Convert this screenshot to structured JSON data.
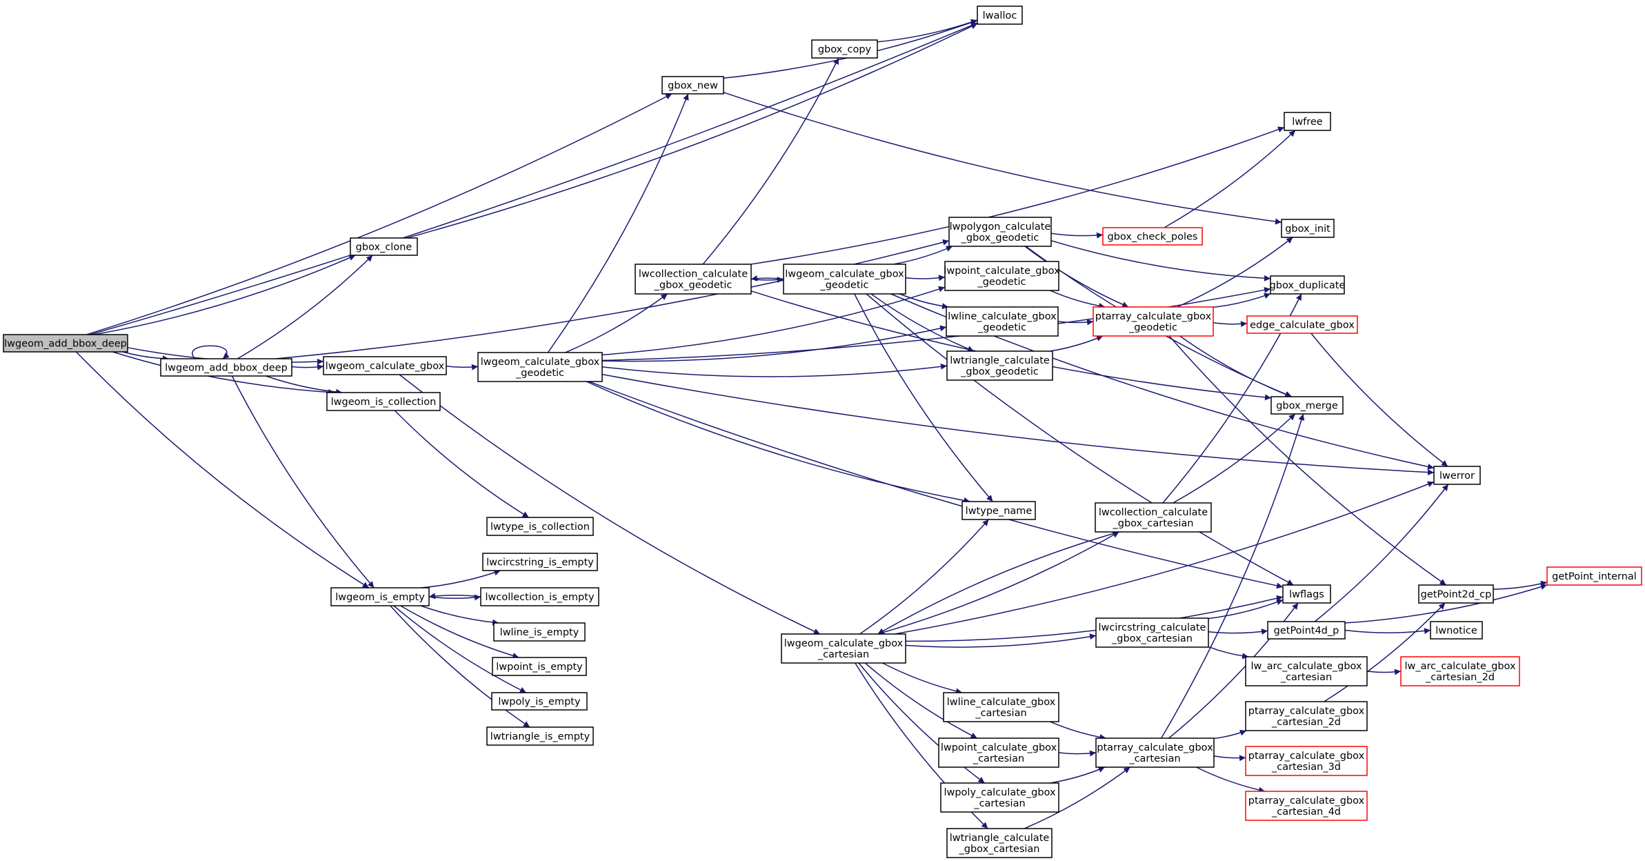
{
  "diagram": {
    "colors": {
      "edge": "#191970",
      "node_border": "#000000",
      "truncated_border": "#ff0000",
      "root_fill": "#bfbfbf",
      "node_fill": "#ffffff"
    },
    "nodes": [
      {
        "id": "root",
        "lines": [
          "lwgeom_add_bbox_deep"
        ],
        "style": "root"
      },
      {
        "id": "gbox_clone",
        "lines": [
          "gbox_clone"
        ],
        "style": "normal"
      },
      {
        "id": "add_bbox",
        "lines": [
          "lwgeom_add_bbox_deep"
        ],
        "style": "normal"
      },
      {
        "id": "calc_gbox",
        "lines": [
          "lwgeom_calculate_gbox"
        ],
        "style": "normal"
      },
      {
        "id": "is_collection",
        "lines": [
          "lwgeom_is_collection"
        ],
        "style": "normal"
      },
      {
        "id": "is_empty",
        "lines": [
          "lwgeom_is_empty"
        ],
        "style": "normal"
      },
      {
        "id": "lwtype_is_coll",
        "lines": [
          "lwtype_is_collection"
        ],
        "style": "normal"
      },
      {
        "id": "lwcircstring_empty",
        "lines": [
          "lwcircstring_is_empty"
        ],
        "style": "normal"
      },
      {
        "id": "lwcollection_empty",
        "lines": [
          "lwcollection_is_empty"
        ],
        "style": "normal"
      },
      {
        "id": "lwline_empty",
        "lines": [
          "lwline_is_empty"
        ],
        "style": "normal"
      },
      {
        "id": "lwpoint_empty",
        "lines": [
          "lwpoint_is_empty"
        ],
        "style": "normal"
      },
      {
        "id": "lwpoly_empty",
        "lines": [
          "lwpoly_is_empty"
        ],
        "style": "normal"
      },
      {
        "id": "lwtriangle_empty",
        "lines": [
          "lwtriangle_is_empty"
        ],
        "style": "normal"
      },
      {
        "id": "calc_geodetic",
        "lines": [
          "lwgeom_calculate_gbox",
          "_geodetic"
        ],
        "style": "normal"
      },
      {
        "id": "gbox_new",
        "lines": [
          "gbox_new"
        ],
        "style": "normal"
      },
      {
        "id": "gbox_copy",
        "lines": [
          "gbox_copy"
        ],
        "style": "normal"
      },
      {
        "id": "lwalloc",
        "lines": [
          "lwalloc"
        ],
        "style": "normal"
      },
      {
        "id": "lwcoll_geo",
        "lines": [
          "lwcollection_calculate",
          "_gbox_geodetic"
        ],
        "style": "normal"
      },
      {
        "id": "calc_geodetic2",
        "lines": [
          "lwgeom_calculate_gbox",
          "_geodetic"
        ],
        "style": "normal"
      },
      {
        "id": "lwpoly_geo",
        "lines": [
          "lwpolygon_calculate",
          "_gbox_geodetic"
        ],
        "style": "normal"
      },
      {
        "id": "lwpoint_geo",
        "lines": [
          "lwpoint_calculate_gbox",
          "_geodetic"
        ],
        "style": "normal"
      },
      {
        "id": "lwline_geo",
        "lines": [
          "lwline_calculate_gbox",
          "_geodetic"
        ],
        "style": "normal"
      },
      {
        "id": "lwtri_geo",
        "lines": [
          "lwtriangle_calculate",
          "_gbox_geodetic"
        ],
        "style": "normal"
      },
      {
        "id": "lwfree",
        "lines": [
          "lwfree"
        ],
        "style": "normal"
      },
      {
        "id": "gbox_check_poles",
        "lines": [
          "gbox_check_poles"
        ],
        "style": "truncated"
      },
      {
        "id": "gbox_init",
        "lines": [
          "gbox_init"
        ],
        "style": "normal"
      },
      {
        "id": "gbox_duplicate",
        "lines": [
          "gbox_duplicate"
        ],
        "style": "normal"
      },
      {
        "id": "ptarray_geo",
        "lines": [
          "ptarray_calculate_gbox",
          "_geodetic"
        ],
        "style": "truncated"
      },
      {
        "id": "edge_calc",
        "lines": [
          "edge_calculate_gbox"
        ],
        "style": "truncated"
      },
      {
        "id": "gbox_merge",
        "lines": [
          "gbox_merge"
        ],
        "style": "normal"
      },
      {
        "id": "lwerror",
        "lines": [
          "lwerror"
        ],
        "style": "normal"
      },
      {
        "id": "lwtype_name",
        "lines": [
          "lwtype_name"
        ],
        "style": "normal"
      },
      {
        "id": "lwcoll_cart",
        "lines": [
          "lwcollection_calculate",
          "_gbox_cartesian"
        ],
        "style": "normal"
      },
      {
        "id": "lwflags",
        "lines": [
          "lwflags"
        ],
        "style": "normal"
      },
      {
        "id": "calc_cart",
        "lines": [
          "lwgeom_calculate_gbox",
          "_cartesian"
        ],
        "style": "normal"
      },
      {
        "id": "lwcirc_cart",
        "lines": [
          "lwcircstring_calculate",
          "_gbox_cartesian"
        ],
        "style": "normal"
      },
      {
        "id": "getPoint4d_p",
        "lines": [
          "getPoint4d_p"
        ],
        "style": "normal"
      },
      {
        "id": "getPoint2d_cp",
        "lines": [
          "getPoint2d_cp"
        ],
        "style": "normal"
      },
      {
        "id": "getPoint_internal",
        "lines": [
          "getPoint_internal"
        ],
        "style": "truncated"
      },
      {
        "id": "lwnotice",
        "lines": [
          "lwnotice"
        ],
        "style": "normal"
      },
      {
        "id": "lw_arc_cart",
        "lines": [
          "lw_arc_calculate_gbox",
          "_cartesian"
        ],
        "style": "normal"
      },
      {
        "id": "lw_arc_cart_2d",
        "lines": [
          "lw_arc_calculate_gbox",
          "_cartesian_2d"
        ],
        "style": "truncated"
      },
      {
        "id": "lwline_cart",
        "lines": [
          "lwline_calculate_gbox",
          "_cartesian"
        ],
        "style": "normal"
      },
      {
        "id": "lwpoint_cart",
        "lines": [
          "lwpoint_calculate_gbox",
          "_cartesian"
        ],
        "style": "normal"
      },
      {
        "id": "lwpoly_cart",
        "lines": [
          "lwpoly_calculate_gbox",
          "_cartesian"
        ],
        "style": "normal"
      },
      {
        "id": "lwtri_cart",
        "lines": [
          "lwtriangle_calculate",
          "_gbox_cartesian"
        ],
        "style": "normal"
      },
      {
        "id": "ptarray_cart",
        "lines": [
          "ptarray_calculate_gbox",
          "_cartesian"
        ],
        "style": "normal"
      },
      {
        "id": "ptarray_cart_2d",
        "lines": [
          "ptarray_calculate_gbox",
          "_cartesian_2d"
        ],
        "style": "normal"
      },
      {
        "id": "ptarray_cart_3d",
        "lines": [
          "ptarray_calculate_gbox",
          "_cartesian_3d"
        ],
        "style": "truncated"
      },
      {
        "id": "ptarray_cart_4d",
        "lines": [
          "ptarray_calculate_gbox",
          "_cartesian_4d"
        ],
        "style": "truncated"
      }
    ],
    "edges": [
      [
        "root",
        "gbox_clone"
      ],
      [
        "root",
        "lwalloc"
      ],
      [
        "root",
        "gbox_new"
      ],
      [
        "root",
        "add_bbox"
      ],
      [
        "root",
        "calc_gbox"
      ],
      [
        "root",
        "is_collection"
      ],
      [
        "root",
        "is_empty"
      ],
      [
        "add_bbox",
        "add_bbox"
      ],
      [
        "add_bbox",
        "gbox_clone"
      ],
      [
        "add_bbox",
        "calc_gbox"
      ],
      [
        "add_bbox",
        "is_collection"
      ],
      [
        "add_bbox",
        "is_empty"
      ],
      [
        "add_bbox",
        "lwpoly_geo"
      ],
      [
        "gbox_clone",
        "lwalloc"
      ],
      [
        "calc_gbox",
        "calc_geodetic"
      ],
      [
        "calc_gbox",
        "calc_cart"
      ],
      [
        "is_collection",
        "lwtype_is_coll"
      ],
      [
        "is_empty",
        "lwcircstring_empty"
      ],
      [
        "is_empty",
        "lwcollection_empty"
      ],
      [
        "lwcollection_empty",
        "is_empty"
      ],
      [
        "is_empty",
        "lwline_empty"
      ],
      [
        "is_empty",
        "lwpoint_empty"
      ],
      [
        "is_empty",
        "lwpoly_empty"
      ],
      [
        "is_empty",
        "lwtriangle_empty"
      ],
      [
        "calc_geodetic",
        "gbox_new"
      ],
      [
        "calc_geodetic",
        "lwcoll_geo"
      ],
      [
        "calc_geodetic",
        "lwpoint_geo"
      ],
      [
        "calc_geodetic",
        "lwline_geo"
      ],
      [
        "calc_geodetic",
        "lwtri_geo"
      ],
      [
        "calc_geodetic",
        "gbox_duplicate"
      ],
      [
        "calc_geodetic",
        "lwerror"
      ],
      [
        "calc_geodetic",
        "lwtype_name"
      ],
      [
        "calc_geodetic",
        "lwflags"
      ],
      [
        "gbox_new",
        "lwalloc"
      ],
      [
        "gbox_new",
        "gbox_init"
      ],
      [
        "gbox_copy",
        "lwalloc"
      ],
      [
        "lwcoll_geo",
        "gbox_copy"
      ],
      [
        "lwcoll_geo",
        "calc_geodetic2"
      ],
      [
        "lwcoll_geo",
        "lwfree"
      ],
      [
        "lwcoll_geo",
        "gbox_merge"
      ],
      [
        "calc_geodetic2",
        "lwcoll_geo"
      ],
      [
        "calc_geodetic2",
        "lwpoly_geo"
      ],
      [
        "calc_geodetic2",
        "lwpoint_geo"
      ],
      [
        "calc_geodetic2",
        "lwline_geo"
      ],
      [
        "calc_geodetic2",
        "lwtri_geo"
      ],
      [
        "calc_geodetic2",
        "lwerror"
      ],
      [
        "calc_geodetic2",
        "lwtype_name"
      ],
      [
        "calc_geodetic2",
        "lwflags"
      ],
      [
        "lwpoly_geo",
        "gbox_check_poles"
      ],
      [
        "lwpoly_geo",
        "gbox_duplicate"
      ],
      [
        "lwpoly_geo",
        "ptarray_geo"
      ],
      [
        "lwpoly_geo",
        "gbox_merge"
      ],
      [
        "lwpoint_geo",
        "ptarray_geo"
      ],
      [
        "lwline_geo",
        "ptarray_geo"
      ],
      [
        "lwtri_geo",
        "ptarray_geo"
      ],
      [
        "gbox_check_poles",
        "lwfree"
      ],
      [
        "ptarray_geo",
        "gbox_init"
      ],
      [
        "ptarray_geo",
        "gbox_duplicate"
      ],
      [
        "ptarray_geo",
        "edge_calc"
      ],
      [
        "ptarray_geo",
        "gbox_merge"
      ],
      [
        "ptarray_geo",
        "getPoint2d_cp"
      ],
      [
        "edge_calc",
        "lwerror"
      ],
      [
        "calc_cart",
        "lwtype_name"
      ],
      [
        "calc_cart",
        "lwcoll_cart"
      ],
      [
        "calc_cart",
        "lwerror"
      ],
      [
        "calc_cart",
        "lwflags"
      ],
      [
        "calc_cart",
        "lwcirc_cart"
      ],
      [
        "calc_cart",
        "lwline_cart"
      ],
      [
        "calc_cart",
        "lwpoint_cart"
      ],
      [
        "calc_cart",
        "lwpoly_cart"
      ],
      [
        "calc_cart",
        "lwtri_cart"
      ],
      [
        "lwcoll_cart",
        "calc_cart"
      ],
      [
        "lwcoll_cart",
        "gbox_duplicate"
      ],
      [
        "lwcoll_cart",
        "gbox_merge"
      ],
      [
        "lwcirc_cart",
        "lwflags"
      ],
      [
        "lwcirc_cart",
        "getPoint4d_p"
      ],
      [
        "lwcirc_cart",
        "lw_arc_cart"
      ],
      [
        "getPoint4d_p",
        "lwerror"
      ],
      [
        "getPoint4d_p",
        "getPoint_internal"
      ],
      [
        "getPoint4d_p",
        "lwnotice"
      ],
      [
        "getPoint2d_cp",
        "getPoint_internal"
      ],
      [
        "lw_arc_cart",
        "lw_arc_cart_2d"
      ],
      [
        "lwline_cart",
        "ptarray_cart"
      ],
      [
        "lwpoint_cart",
        "ptarray_cart"
      ],
      [
        "lwpoly_cart",
        "ptarray_cart"
      ],
      [
        "lwtri_cart",
        "ptarray_cart"
      ],
      [
        "ptarray_cart",
        "gbox_merge"
      ],
      [
        "ptarray_cart",
        "lwflags"
      ],
      [
        "ptarray_cart",
        "ptarray_cart_2d"
      ],
      [
        "ptarray_cart",
        "ptarray_cart_3d"
      ],
      [
        "ptarray_cart",
        "ptarray_cart_4d"
      ],
      [
        "ptarray_cart_2d",
        "getPoint2d_cp"
      ]
    ]
  }
}
